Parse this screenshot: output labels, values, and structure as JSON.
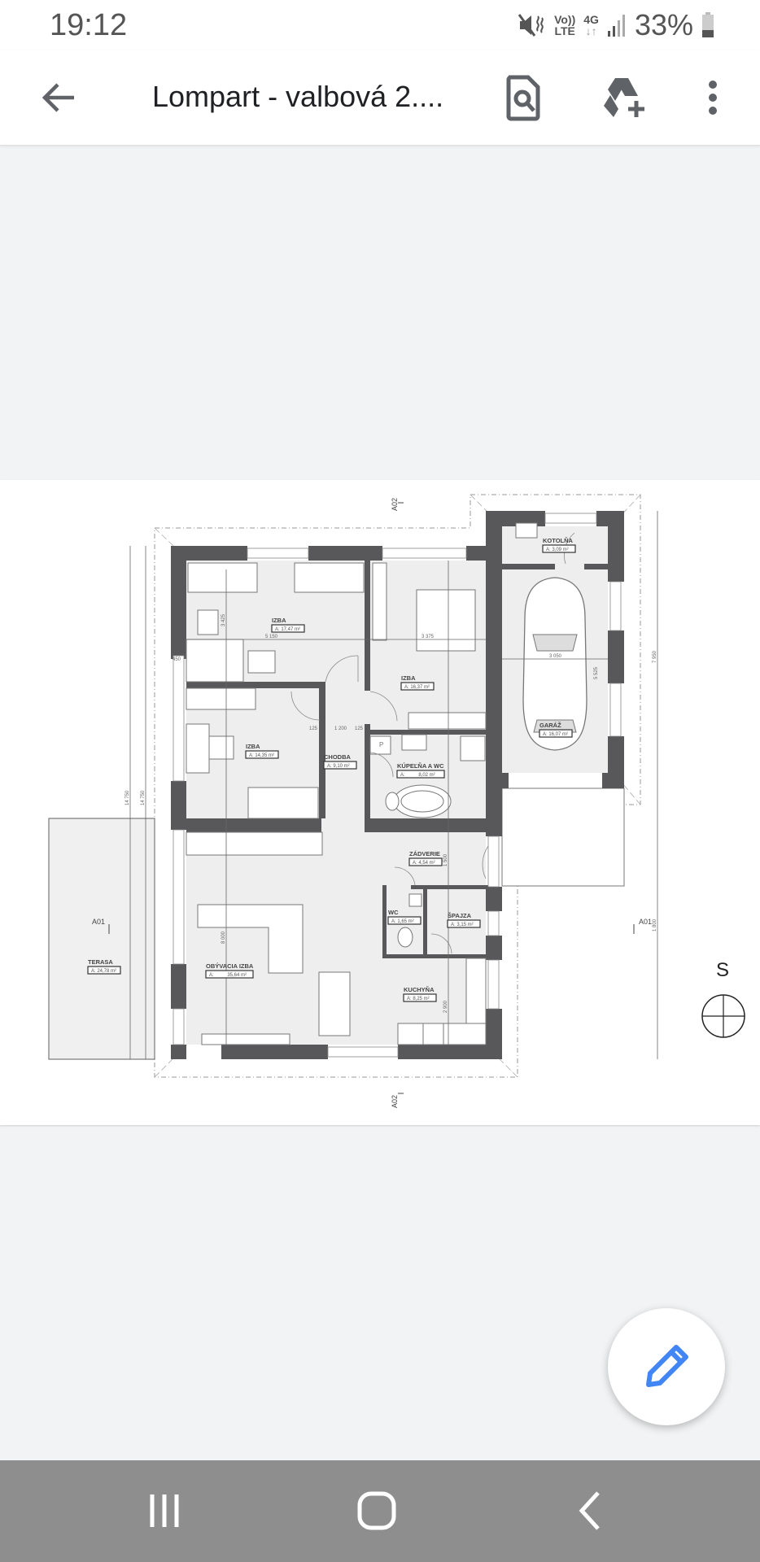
{
  "status_bar": {
    "time": "19:12",
    "volte": "Vo))",
    "lte": "LTE",
    "network": "4G",
    "battery": "33%"
  },
  "app_bar": {
    "title": "Lompart - valbová 2....",
    "icons": [
      "back-arrow-icon",
      "document-search-icon",
      "drive-add-icon",
      "more-vert-icon"
    ]
  },
  "floor_plan": {
    "rooms": [
      {
        "name": "IZBA",
        "area": "A: 17,47 m²"
      },
      {
        "name": "IZBA",
        "area": "A: 16,37 m²"
      },
      {
        "name": "IZBA",
        "area": "A: 14,35 m²"
      },
      {
        "name": "CHODBA",
        "area": "A: 9,10 m²"
      },
      {
        "name": "KÚPEĽŇA A WC",
        "area": "A:          8,02 m²"
      },
      {
        "name": "KOTOLŇA",
        "area": "A: 3,09 m²"
      },
      {
        "name": "GARÁŽ",
        "area": "A: 16,07 m²"
      },
      {
        "name": "ZÁDVERIE",
        "area": "A: 4,54 m²"
      },
      {
        "name": "WC",
        "area": "A: 1,65 m²"
      },
      {
        "name": "ŠPAJZA",
        "area": "A: 3,15 m²"
      },
      {
        "name": "OBÝVACIA IZBA",
        "area": "A:          35,64 m²"
      },
      {
        "name": "KUCHYŇA",
        "area": "A: 8,25 m²"
      },
      {
        "name": "TERASA",
        "area": "A: 24,78 m²"
      }
    ],
    "section_labels": {
      "a01": "A01",
      "a02": "A02"
    },
    "pantry_label": "P",
    "dimensions": {
      "total_height": "14 750",
      "garage_height": "7 950",
      "right_lower": "1 800",
      "room1_width": "5 150",
      "room2_width": "3 375",
      "room1_depth": "3 425",
      "garage_width": "3 050",
      "garage_depth": "5 525",
      "hall_width": "1 200",
      "wall": "125",
      "outer_wall": "450",
      "living_depth": "8 000",
      "zadverie": "1 500",
      "kitchen": "2 900"
    },
    "compass_label": "S"
  },
  "fab": {
    "icon": "edit-pencil-icon",
    "color": "#4285f4"
  },
  "nav_bar": {
    "icons": [
      "recent-apps-icon",
      "home-icon",
      "back-icon"
    ]
  }
}
